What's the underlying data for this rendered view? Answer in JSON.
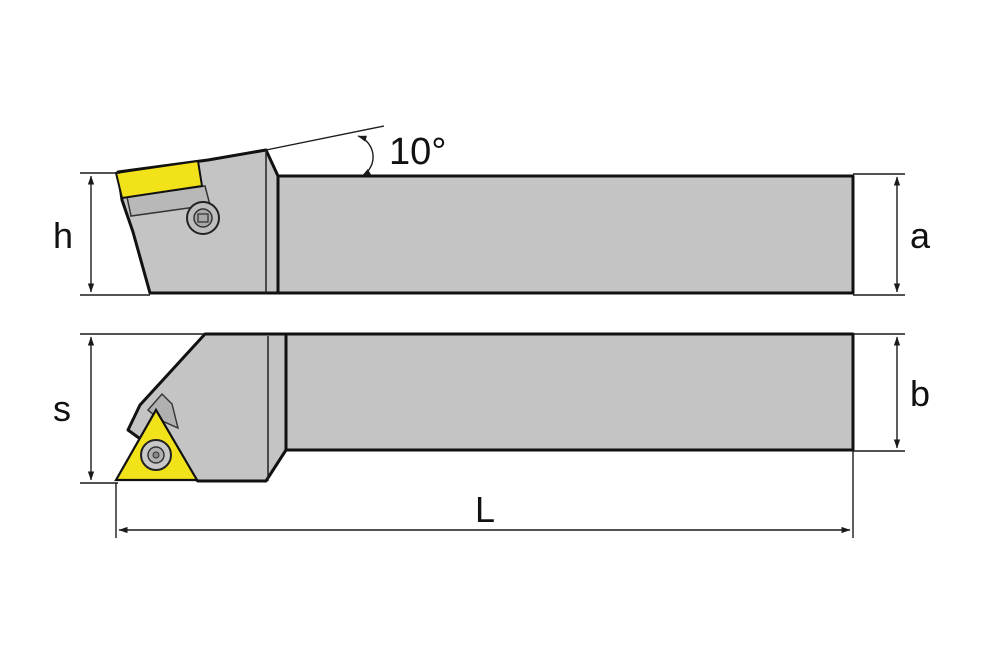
{
  "labels": {
    "angle": "10°",
    "h": "h",
    "a": "a",
    "s": "s",
    "b": "b",
    "L": "L"
  },
  "colors": {
    "body": "#c4c4c4",
    "outline": "#111111",
    "insert": "#f2e21a",
    "background": "#ffffff"
  }
}
